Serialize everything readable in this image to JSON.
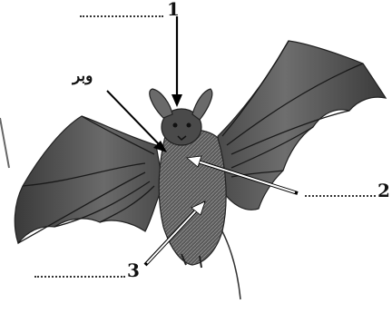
{
  "diagram": {
    "labels": {
      "one": "1",
      "two": "2",
      "three": "3",
      "fur": "وبر"
    },
    "answer_blanks": {
      "one": "",
      "two": "",
      "three": ""
    }
  }
}
